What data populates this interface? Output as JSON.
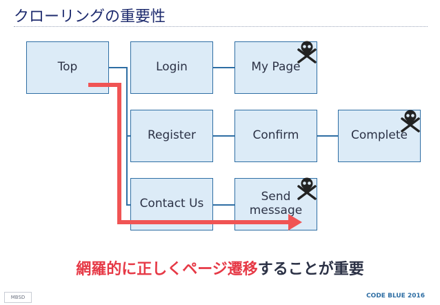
{
  "title": "クローリングの重要性",
  "nodes": {
    "top": "Top",
    "login": "Login",
    "mypage": "My Page",
    "register": "Register",
    "confirm": "Confirm",
    "complete": "Complete",
    "contact": "Contact Us",
    "send_line1": "Send",
    "send_line2": "message"
  },
  "caption": {
    "highlight": "網羅的に正しくページ遷移",
    "rest": "することが重要"
  },
  "footer": {
    "left_badge": "MBSD",
    "right_text": "CODE BLUE 2016"
  },
  "colors": {
    "box_fill": "#dcebf7",
    "box_border": "#2d6da3",
    "arrow": "#f05454",
    "highlight_text": "#e63946"
  },
  "icons": {
    "danger": "skull-crossbones-icon"
  }
}
